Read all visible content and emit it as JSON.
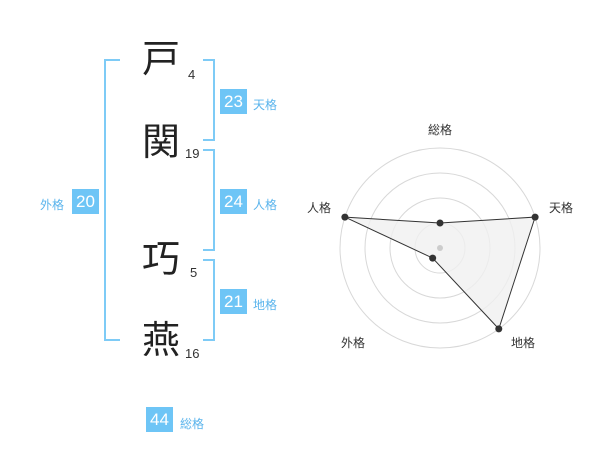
{
  "name": {
    "characters": [
      {
        "char": "戸",
        "strokes": "4"
      },
      {
        "char": "関",
        "strokes": "19"
      },
      {
        "char": "巧",
        "strokes": "5"
      },
      {
        "char": "燕",
        "strokes": "16"
      }
    ]
  },
  "fortune": {
    "tenkaku": {
      "value": "23",
      "label": "天格"
    },
    "jinkaku": {
      "value": "24",
      "label": "人格"
    },
    "chikaku": {
      "value": "21",
      "label": "地格"
    },
    "gaikaku": {
      "value": "20",
      "label": "外格"
    },
    "soukaku": {
      "value": "44",
      "label": "総格"
    }
  },
  "radar": {
    "axes": [
      "総格",
      "天格",
      "地格",
      "外格",
      "人格"
    ],
    "levels": 4,
    "values": [
      1,
      4,
      4,
      0.5,
      4
    ],
    "max": 4,
    "fill_color": "#f0f0f0",
    "line_color": "#333333"
  }
}
